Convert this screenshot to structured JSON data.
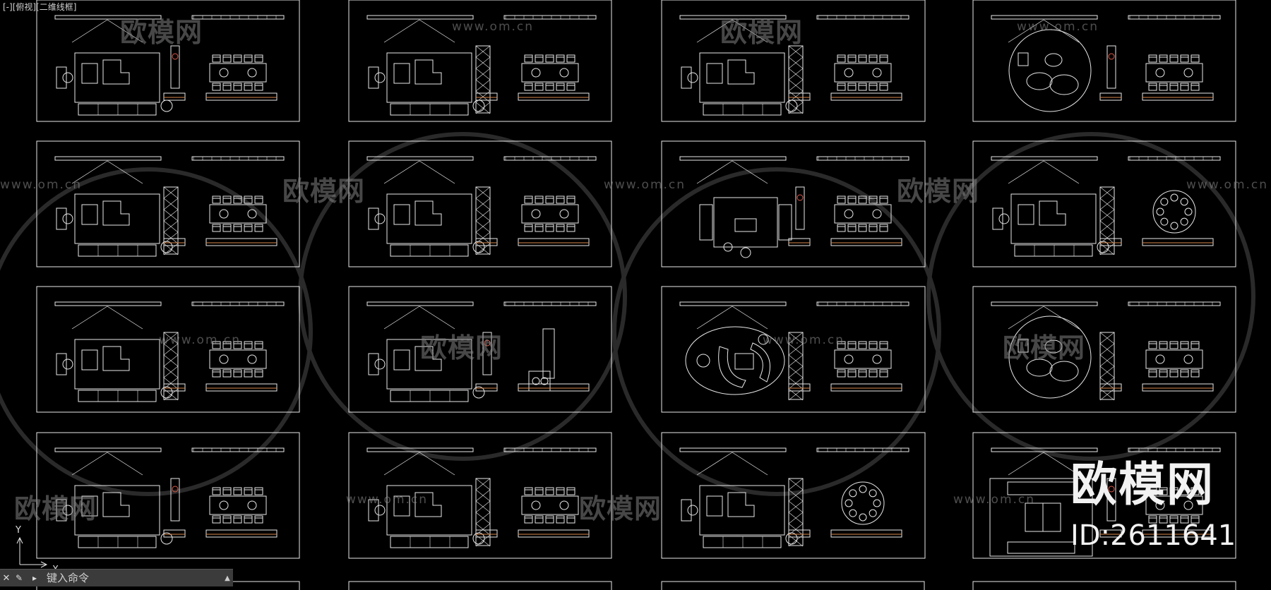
{
  "viewport": {
    "label": "[-][俯视][二维线框]"
  },
  "watermark": {
    "text_cn": "欧模网",
    "url": "www.om.cn",
    "color": "#8a8a8a"
  },
  "brand": {
    "logo": "欧模网",
    "id_text": "ID:2611641"
  },
  "command_line": {
    "placeholder": "键入命令",
    "close_glyph": "✕",
    "tool_glyph": "✎",
    "prompt_glyph": "▸",
    "arrow_glyph": "▲"
  },
  "ucs": {
    "y_label": "Y",
    "x_label": "X"
  },
  "colors": {
    "background": "#000000",
    "line": "#e8e8e8",
    "accent_red": "#e05a4a",
    "accent_orange": "#d9864a",
    "command_bar": "#3b3b3b"
  },
  "sheets": [
    {
      "name": "sheet-r1c1",
      "seating": "rect-oval-table"
    },
    {
      "name": "sheet-r1c2",
      "seating": "rect-table"
    },
    {
      "name": "sheet-r1c3",
      "seating": "dining-table-8"
    },
    {
      "name": "sheet-r1c4",
      "seating": "round-rug"
    },
    {
      "name": "sheet-r2c1",
      "seating": "long-table"
    },
    {
      "name": "sheet-r2c2",
      "seating": "rect-table"
    },
    {
      "name": "sheet-r2c3",
      "seating": "sofa-set"
    },
    {
      "name": "sheet-r2c4",
      "seating": "round-table"
    },
    {
      "name": "sheet-r3c1",
      "seating": "long-table"
    },
    {
      "name": "sheet-r3c2",
      "seating": "kitchen"
    },
    {
      "name": "sheet-r3c3",
      "seating": "oval-rug"
    },
    {
      "name": "sheet-r3c4",
      "seating": "round-rug"
    },
    {
      "name": "sheet-r4c1",
      "seating": "angled-sofa"
    },
    {
      "name": "sheet-r4c2",
      "seating": "rect-table"
    },
    {
      "name": "sheet-r4c3",
      "seating": "round-table"
    },
    {
      "name": "sheet-r4c4",
      "seating": "rect-room"
    }
  ]
}
